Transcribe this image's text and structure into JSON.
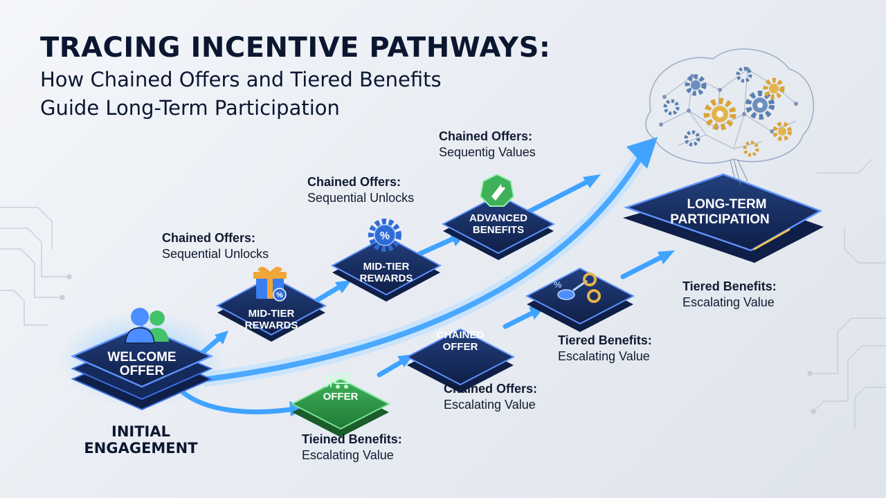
{
  "title": {
    "line1": "TRACING INCENTIVE PATHWAYS:",
    "line2": "How Chained Offers and Tiered Benefits",
    "line3": "Guide Long-Term Participation"
  },
  "nodes": {
    "welcome": {
      "line1": "WELCOME",
      "line2": "OFFER"
    },
    "mid_tier_1": {
      "line1": "MID-TIER",
      "line2": "REWARDS"
    },
    "mid_tier_2": {
      "line1": "MID-TIER",
      "line2": "REWARDS"
    },
    "advanced": {
      "line1": "ADVANCED",
      "line2": "BENEFITS"
    },
    "long_term": {
      "line1": "LONG-TERM",
      "line2": "PARTICIPATION"
    },
    "offer": {
      "line1": "OFFER"
    },
    "chained_offer": {
      "line1": "CHAINED",
      "line2": "OFFER"
    }
  },
  "icons": {
    "percent_badge": "%",
    "key_percent": "%"
  },
  "captions": {
    "upper_1": {
      "head": "Chained Offers:",
      "sub": "Sequential Unlocks"
    },
    "upper_2": {
      "head": "Chained Offers:",
      "sub": "Sequential Unlocks"
    },
    "upper_3": {
      "head": "Chained Offers:",
      "sub": "Sequentig Values"
    },
    "lower_1": {
      "head": "Tieined Benefits:",
      "sub": "Escalating Value"
    },
    "lower_2": {
      "head": "Chained Offers:",
      "sub": "Escalating Value"
    },
    "lower_3": {
      "head": "Tiered Benefits:",
      "sub": "Escalating Value"
    },
    "right": {
      "head": "Tiered Benefits:",
      "sub": "Escalating Value"
    }
  },
  "initial_engagement": {
    "line1": "INITIAL",
    "line2": "ENGAGEMENT"
  },
  "colors": {
    "tile_dark": "#15285a",
    "tile_edge": "#3a6fe0",
    "arrow_blue": "#3fa3ff",
    "green_tile": "#2f9a4a",
    "text_dark": "#0b1630",
    "gear_gold": "#d9a53a",
    "gear_blue": "#5a7fae"
  }
}
